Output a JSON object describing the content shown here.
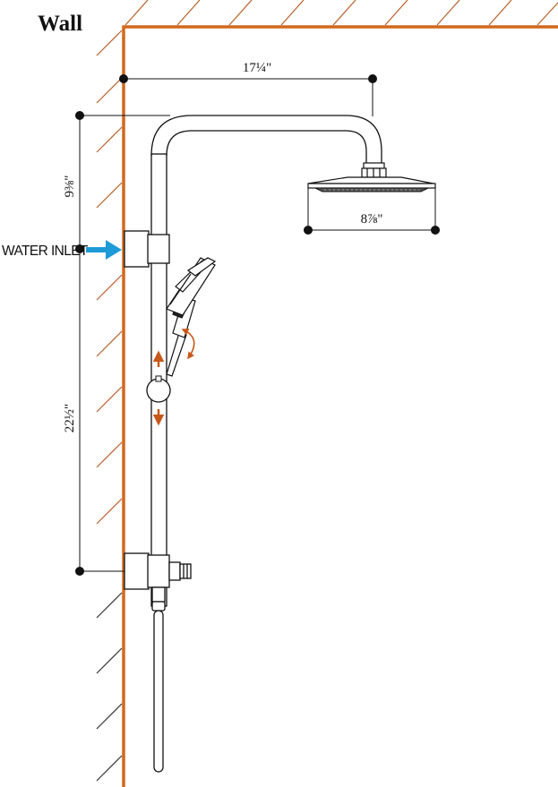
{
  "wall_label": "Wall",
  "water_inlet_label": "WATER INLET",
  "dimensions": {
    "arm_reach": "17¼\"",
    "head_diameter": "8⅞\"",
    "inlet_to_top": "9⅜\"",
    "inlet_to_bottom": "22½\""
  },
  "colors": {
    "wall": "#D2691E",
    "inlet_arrow": "#1E9BD7",
    "motion_arrows": "#C8581A",
    "line": "#111111"
  },
  "icons": {
    "inlet": "right-arrow-icon",
    "slide": "up-down-arrow-icon",
    "rotate": "curved-arrow-icon"
  }
}
